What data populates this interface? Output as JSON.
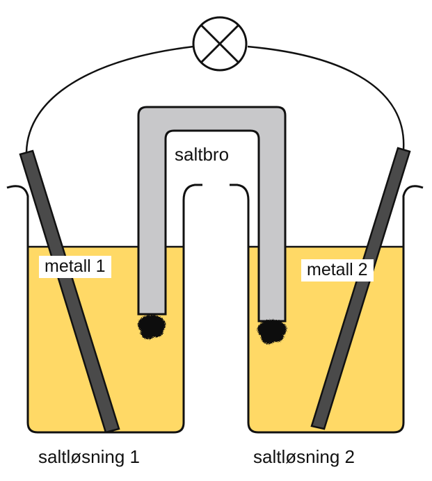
{
  "labels": {
    "salt_bridge": "saltbro",
    "metal_1": "metall 1",
    "metal_2": "metall 2",
    "solution_1": "saltløsning 1",
    "solution_2": "saltløsning 2"
  },
  "colors": {
    "solution": "#FFD966",
    "salt_bridge": "#C8C8CA",
    "electrode": "#4A4A4A",
    "outline": "#111111",
    "background": "#FFFFFF"
  },
  "icons": {
    "lamp": "lamp-icon",
    "cotton_plug": "cotton-plug-icon"
  }
}
